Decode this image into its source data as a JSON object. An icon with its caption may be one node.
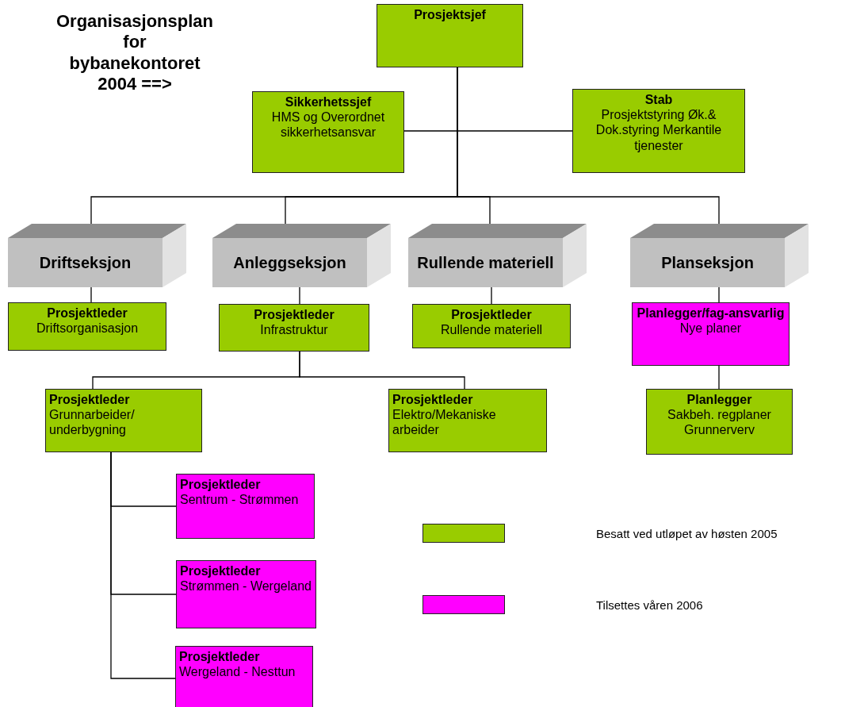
{
  "diagram": {
    "title": "Organisasjonsplan for bybanekontoret 2004 ==>",
    "nodes": [
      {
        "text": [
          "Prosjektsjef"
        ]
      },
      {
        "text": [
          "Sikkerhetssjef",
          "HMS og Overordnet sikkerhetsansvar"
        ]
      },
      {
        "text": [
          "Stab",
          "Prosjektstyring Øk.& Dok.styring Merkantile tjenester"
        ]
      },
      {
        "text": [
          "Driftseksjon"
        ]
      },
      {
        "text": [
          "Anleggseksjon"
        ]
      },
      {
        "text": [
          "Rullende materiell"
        ]
      },
      {
        "text": [
          "Planseksjon"
        ]
      },
      {
        "text": [
          "Prosjektleder",
          "Driftsorganisasjon"
        ]
      },
      {
        "text": [
          "Prosjektleder",
          "Infrastruktur"
        ]
      },
      {
        "text": [
          "Prosjektleder",
          "Rullende materiell"
        ]
      },
      {
        "text": [
          "Planlegger/fag-ansvarlig",
          "Nye planer"
        ]
      },
      {
        "text": [
          "Prosjektleder",
          "Grunnarbeider/ underbygning"
        ]
      },
      {
        "text": [
          "Prosjektleder",
          "Elektro/Mekaniske arbeider"
        ]
      },
      {
        "text": [
          "Planlegger",
          "Sakbeh. regplaner Grunnerverv"
        ]
      },
      {
        "text": [
          "Prosjektleder",
          "Sentrum - Strømmen"
        ]
      },
      {
        "text": [
          "Prosjektleder",
          "Strømmen - Wergeland"
        ]
      },
      {
        "text": [
          "Prosjektleder",
          "Wergeland - Nesttun"
        ]
      }
    ],
    "edges": [
      {
        "from": 0,
        "to": 1,
        "arrow": "none"
      },
      {
        "from": 0,
        "to": 2,
        "arrow": "none"
      },
      {
        "from": 0,
        "to": 3,
        "arrow": "none"
      },
      {
        "from": 0,
        "to": 4,
        "arrow": "none"
      },
      {
        "from": 0,
        "to": 5,
        "arrow": "none"
      },
      {
        "from": 0,
        "to": 6,
        "arrow": "none"
      },
      {
        "from": 3,
        "to": 7,
        "arrow": "none"
      },
      {
        "from": 4,
        "to": 8,
        "arrow": "none"
      },
      {
        "from": 5,
        "to": 9,
        "arrow": "none"
      },
      {
        "from": 6,
        "to": 10,
        "arrow": "none"
      },
      {
        "from": 8,
        "to": 11,
        "arrow": "none"
      },
      {
        "from": 8,
        "to": 12,
        "arrow": "none"
      },
      {
        "from": 10,
        "to": 13,
        "arrow": "none"
      },
      {
        "from": 11,
        "to": 14,
        "arrow": "none"
      },
      {
        "from": 11,
        "to": 15,
        "arrow": "none"
      },
      {
        "from": 11,
        "to": 16,
        "arrow": "none"
      }
    ],
    "legend": [
      {
        "text": "Besatt ved utløpet av høsten 2005",
        "color": "#99cc00"
      },
      {
        "text": "Tilsettes våren 2006",
        "color": "#ff00ff"
      }
    ]
  }
}
